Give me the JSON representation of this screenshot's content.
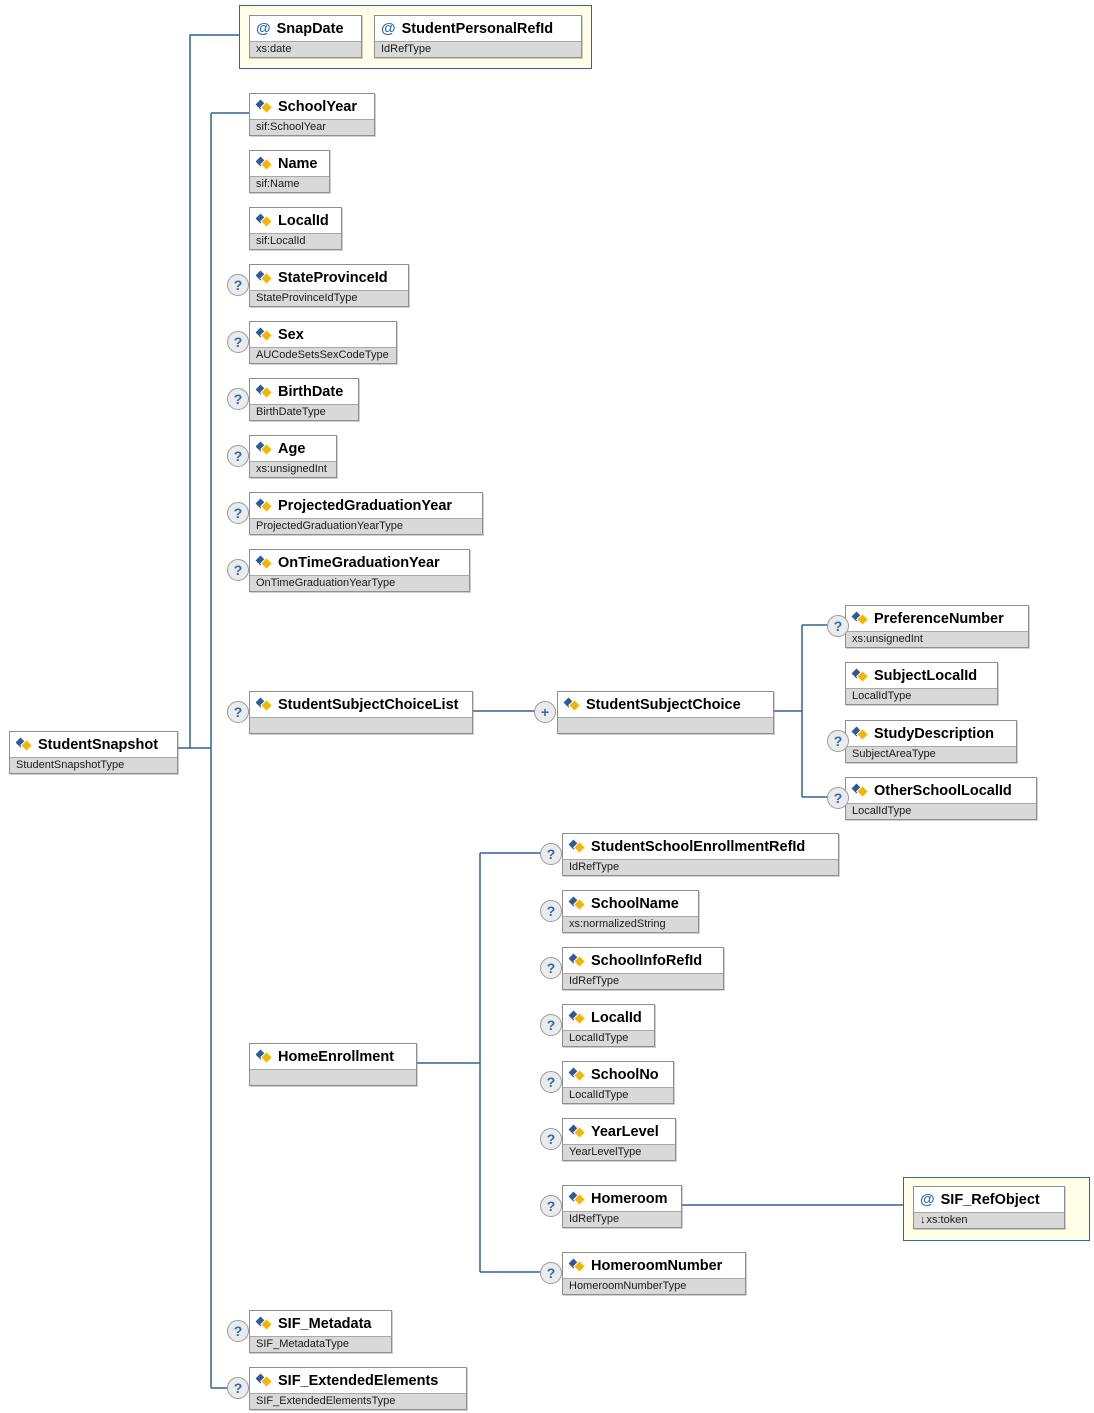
{
  "icons": {
    "attribute": "@",
    "optional": "?",
    "repeat": "+",
    "derived_arrow": "↓"
  },
  "colors": {
    "connector_line": "#31639c",
    "box_border": "#8f8f8f",
    "type_row_bg": "#d9d9d9",
    "attr_container_bg": "#fffee8",
    "attr_container_border": "#31639c",
    "icon_blue": "#2a5a9f",
    "icon_yellow": "#f5b400",
    "occurrence_text": "#2e6cad"
  },
  "nodes": {
    "root": {
      "name": "StudentSnapshot",
      "type": "StudentSnapshotType"
    },
    "snapDate": {
      "name": "SnapDate",
      "type": "xs:date"
    },
    "studentPersonalRefId": {
      "name": "StudentPersonalRefId",
      "type": "IdRefType"
    },
    "schoolYear": {
      "name": "SchoolYear",
      "type": "sif:SchoolYear"
    },
    "name": {
      "name": "Name",
      "type": "sif:Name"
    },
    "localId": {
      "name": "LocalId",
      "type": "sif:LocalId"
    },
    "stateProvinceId": {
      "name": "StateProvinceId",
      "type": "StateProvinceIdType"
    },
    "sex": {
      "name": "Sex",
      "type": "AUCodeSetsSexCodeType"
    },
    "birthDate": {
      "name": "BirthDate",
      "type": "BirthDateType"
    },
    "age": {
      "name": "Age",
      "type": "xs:unsignedInt"
    },
    "projectedGraduationYear": {
      "name": "ProjectedGraduationYear",
      "type": "ProjectedGraduationYearType"
    },
    "onTimeGraduationYear": {
      "name": "OnTimeGraduationYear",
      "type": "OnTimeGraduationYearType"
    },
    "studentSubjectChoiceList": {
      "name": "StudentSubjectChoiceList",
      "type": ""
    },
    "studentSubjectChoice": {
      "name": "StudentSubjectChoice",
      "type": ""
    },
    "preferenceNumber": {
      "name": "PreferenceNumber",
      "type": "xs:unsignedInt"
    },
    "subjectLocalId": {
      "name": "SubjectLocalId",
      "type": "LocalIdType"
    },
    "studyDescription": {
      "name": "StudyDescription",
      "type": "SubjectAreaType"
    },
    "otherSchoolLocalId": {
      "name": "OtherSchoolLocalId",
      "type": "LocalIdType"
    },
    "homeEnrollment": {
      "name": "HomeEnrollment",
      "type": ""
    },
    "studentSchoolEnrollmentRefId": {
      "name": "StudentSchoolEnrollmentRefId",
      "type": "IdRefType"
    },
    "schoolName": {
      "name": "SchoolName",
      "type": "xs:normalizedString"
    },
    "schoolInfoRefId": {
      "name": "SchoolInfoRefId",
      "type": "IdRefType"
    },
    "localIdHome": {
      "name": "LocalId",
      "type": "LocalIdType"
    },
    "schoolNo": {
      "name": "SchoolNo",
      "type": "LocalIdType"
    },
    "yearLevel": {
      "name": "YearLevel",
      "type": "YearLevelType"
    },
    "homeroom": {
      "name": "Homeroom",
      "type": "IdRefType"
    },
    "homeroomNumber": {
      "name": "HomeroomNumber",
      "type": "HomeroomNumberType"
    },
    "sifMetadata": {
      "name": "SIF_Metadata",
      "type": "SIF_MetadataType"
    },
    "sifExtendedElements": {
      "name": "SIF_ExtendedElements",
      "type": "SIF_ExtendedElementsType"
    },
    "sifRefObject": {
      "name": "SIF_RefObject",
      "type": "xs:token"
    }
  }
}
